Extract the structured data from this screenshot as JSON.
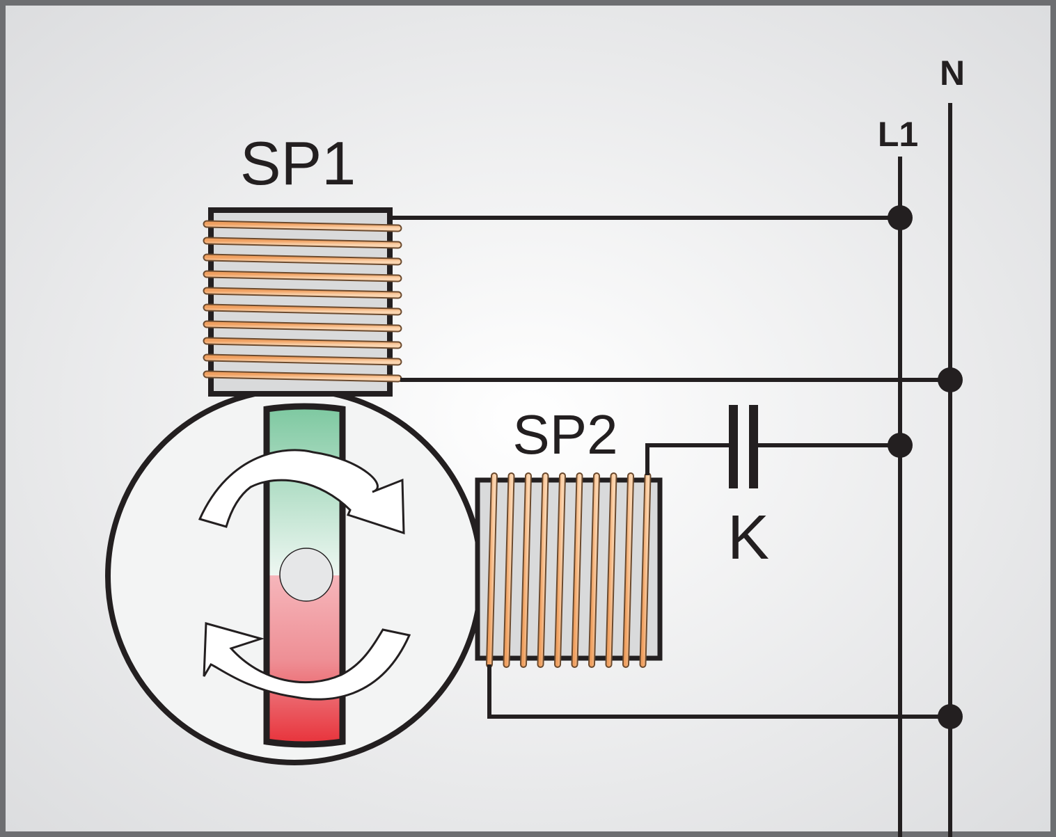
{
  "labels": {
    "coil1": "SP1",
    "coil2": "SP2",
    "capacitor": "K",
    "line": "L1",
    "neutral": "N"
  },
  "colors": {
    "wire": "#231f20",
    "winding": "#f2a96b",
    "core": "#d9dadb",
    "rotor_north": "#7dc8a0",
    "rotor_south": "#e8323a",
    "frame": "#6d6e71"
  }
}
